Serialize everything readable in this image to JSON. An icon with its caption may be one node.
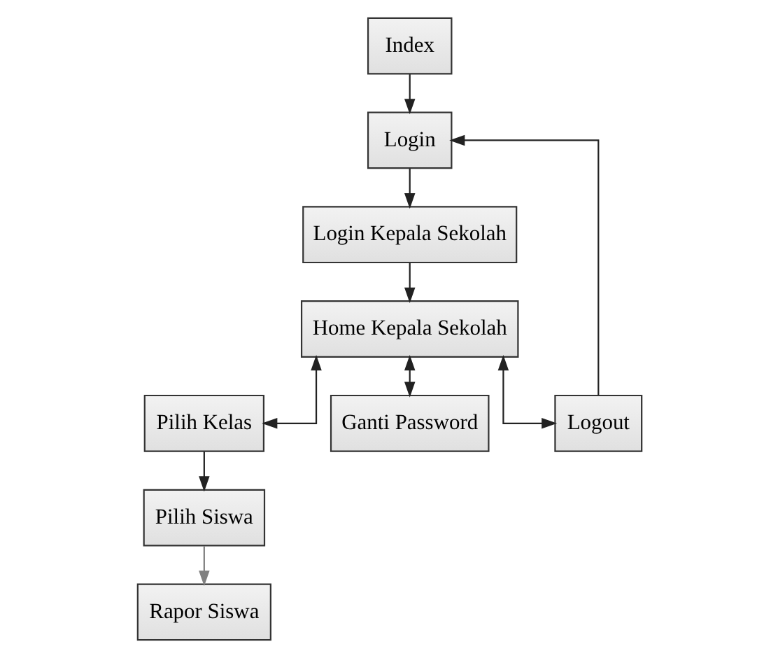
{
  "diagram": {
    "nodes": [
      {
        "text": [
          "Index"
        ]
      },
      {
        "text": [
          "Login"
        ]
      },
      {
        "text": [
          "Login Kepala Sekolah"
        ]
      },
      {
        "text": [
          "Home Kepala Sekolah"
        ]
      },
      {
        "text": [
          "Pilih Kelas"
        ]
      },
      {
        "text": [
          "Ganti Password"
        ]
      },
      {
        "text": [
          "Logout"
        ]
      },
      {
        "text": [
          "Pilih Siswa"
        ]
      },
      {
        "text": [
          "Rapor Siswa"
        ]
      }
    ],
    "edges": [
      {
        "from": 0,
        "to": 1,
        "arrow": "to"
      },
      {
        "from": 1,
        "to": 2,
        "arrow": "to"
      },
      {
        "from": 2,
        "to": 3,
        "arrow": "to"
      },
      {
        "from": 3,
        "to": 4,
        "arrow": "both"
      },
      {
        "from": 3,
        "to": 5,
        "arrow": "both"
      },
      {
        "from": 3,
        "to": 6,
        "arrow": "both"
      },
      {
        "from": 4,
        "to": 7,
        "arrow": "to"
      },
      {
        "from": 7,
        "to": 8,
        "arrow": "to",
        "color": "#808080"
      },
      {
        "from": 6,
        "to": 1,
        "arrow": "to"
      }
    ]
  }
}
